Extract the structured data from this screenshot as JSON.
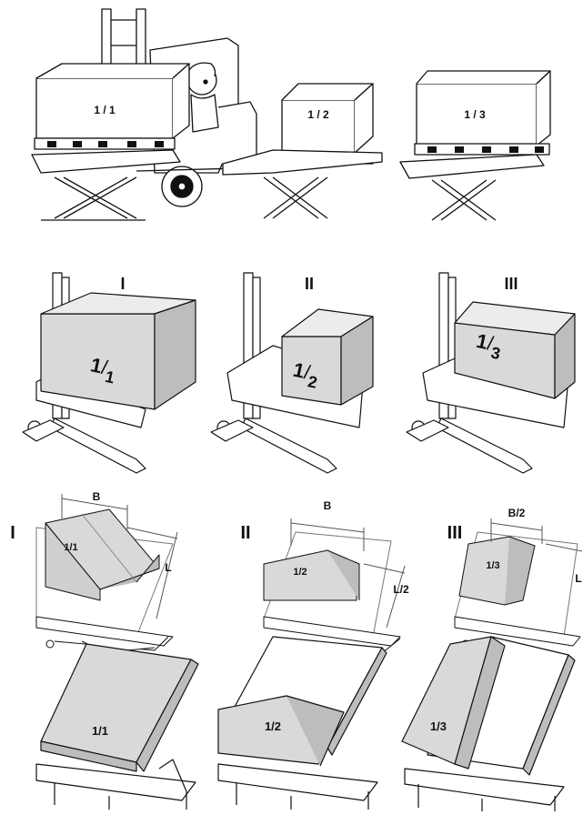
{
  "colors": {
    "line": "#111111",
    "box_fill": "#d9d9d9",
    "box_fill_dark": "#bdbdbd",
    "box_fill_light": "#ececec",
    "background": "#ffffff"
  },
  "row1_scissor_lift_tables": {
    "panels": [
      {
        "box_label": "1 / 1",
        "icons": [
          "forklift-icon",
          "operator-icon",
          "pallet-icon",
          "scissor-lift-icon"
        ]
      },
      {
        "box_label": "1 / 2",
        "icons": [
          "pallet-icon",
          "scissor-lift-icon"
        ]
      },
      {
        "box_label": "1 / 3",
        "icons": [
          "pallet-icon",
          "scissor-lift-icon"
        ]
      }
    ]
  },
  "row2_pallet_stackers": {
    "panels": [
      {
        "roman": "I",
        "box_label": "1/1",
        "box_num": "1",
        "box_den": "1"
      },
      {
        "roman": "II",
        "box_label": "1/2",
        "box_num": "1",
        "box_den": "2"
      },
      {
        "roman": "III",
        "box_label": "1/3",
        "box_num": "1",
        "box_den": "3"
      }
    ]
  },
  "row3_tilt_tables_dimensions": {
    "panels": [
      {
        "roman": "I",
        "box_label": "1/1",
        "width_label": "B",
        "length_label": "L"
      },
      {
        "roman": "II",
        "box_label": "1/2",
        "width_label": "B",
        "length_label": "L/2"
      },
      {
        "roman": "III",
        "box_label": "1/3",
        "width_label": "B/2",
        "length_label": "L"
      }
    ]
  },
  "row4_tilted_platforms": {
    "panels": [
      {
        "box_label": "1/1"
      },
      {
        "box_label": "1/2"
      },
      {
        "box_label": "1/3"
      }
    ]
  }
}
